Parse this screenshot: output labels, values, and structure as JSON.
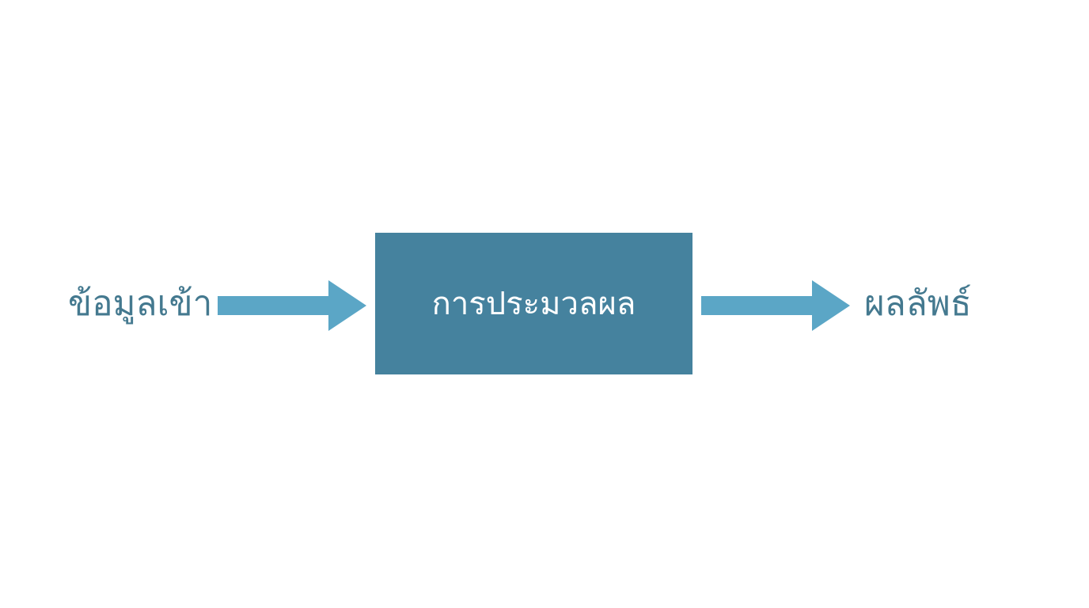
{
  "diagram": {
    "input_label": "ข้อมูลเข้า",
    "process_label": "การประมวลผล",
    "output_label": "ผลลัพธ์"
  },
  "colors": {
    "text": "#44798f",
    "box": "#45829e",
    "arrow": "#5ba6c6",
    "box_text": "#ffffff"
  },
  "icons": {
    "input_arrow": "arrow-right-icon",
    "output_arrow": "arrow-right-icon"
  }
}
